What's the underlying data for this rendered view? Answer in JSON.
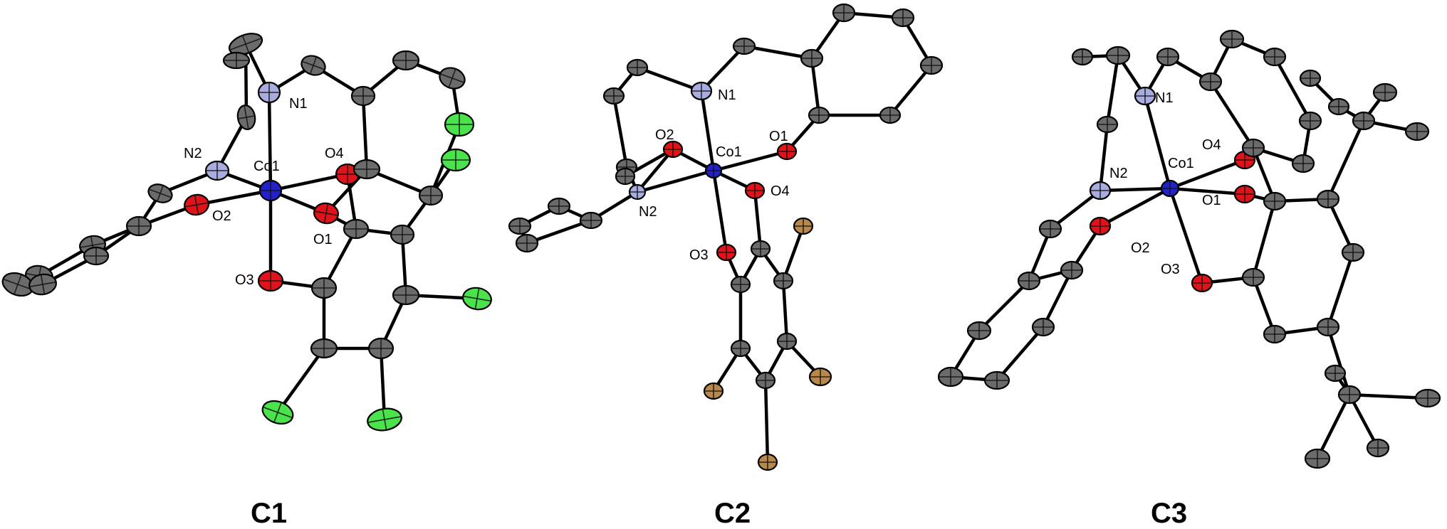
{
  "colors": {
    "C": "#6b6b6b",
    "N": "#a9acde",
    "O": "#e0131a",
    "Co": "#2222c8",
    "Cl": "#4be34b",
    "Br": "#b8884a"
  },
  "structures": [
    {
      "title": "C1",
      "labels": [
        "N1",
        "N2",
        "Co1",
        "O4",
        "O2",
        "O1",
        "O3"
      ]
    },
    {
      "title": "C2",
      "labels": [
        "N1",
        "O2",
        "Co1",
        "O1",
        "N2",
        "O4",
        "O3"
      ]
    },
    {
      "title": "C3",
      "labels": [
        "N1",
        "N2",
        "Co1",
        "O4",
        "O1",
        "O2",
        "O3"
      ]
    }
  ]
}
